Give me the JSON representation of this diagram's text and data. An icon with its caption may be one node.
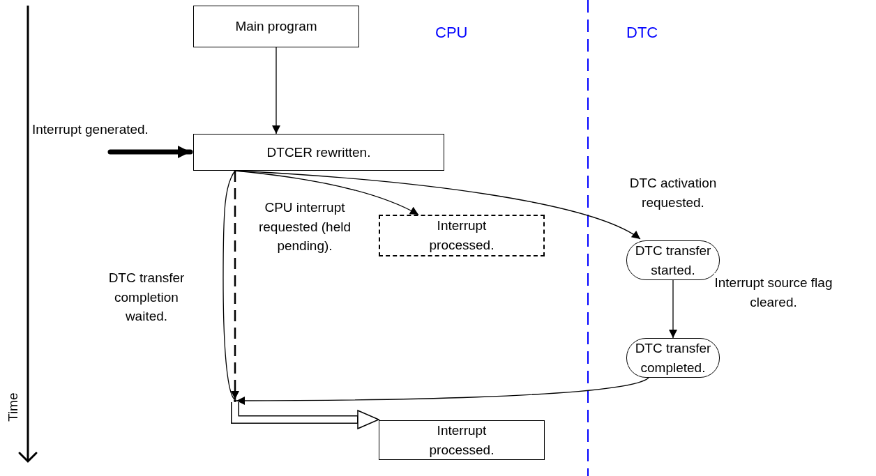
{
  "diagram": {
    "nodes": [
      {
        "text": [
          "Main program"
        ]
      },
      {
        "text": [
          "DTCER rewritten."
        ]
      },
      {
        "text": [
          "Interrupt processed."
        ]
      },
      {
        "text": [
          "DTC transfer started."
        ]
      },
      {
        "text": [
          "DTC transfer completed."
        ]
      },
      {
        "text": [
          "Interrupt processed."
        ]
      },
      {
        "text": [],
        "shape": "point"
      }
    ],
    "edges": [
      {
        "from": 0,
        "to": 1,
        "arrow": "to"
      },
      {
        "from": null,
        "to": 1,
        "arrow": "to",
        "label": "Interrupt generated.",
        "style": "thick"
      },
      {
        "from": 1,
        "to": 2,
        "arrow": "to",
        "label": "CPU interrupt requested (held pending)."
      },
      {
        "from": 1,
        "to": 3,
        "arrow": "to",
        "label": "DTC activation requested."
      },
      {
        "from": 3,
        "to": 4,
        "arrow": "to",
        "label": "Interrupt source flag cleared."
      },
      {
        "from": 4,
        "to": 6,
        "arrow": "to"
      },
      {
        "from": 1,
        "to": 6,
        "arrow": "to",
        "style": "dashed"
      },
      {
        "from": 1,
        "to": 6,
        "arrow": "none",
        "label": "DTC transfer completion waited."
      },
      {
        "from": 6,
        "to": 5,
        "arrow": "to",
        "style": "thick"
      }
    ],
    "labels": [
      "CPU",
      "DTC",
      "Time"
    ]
  }
}
